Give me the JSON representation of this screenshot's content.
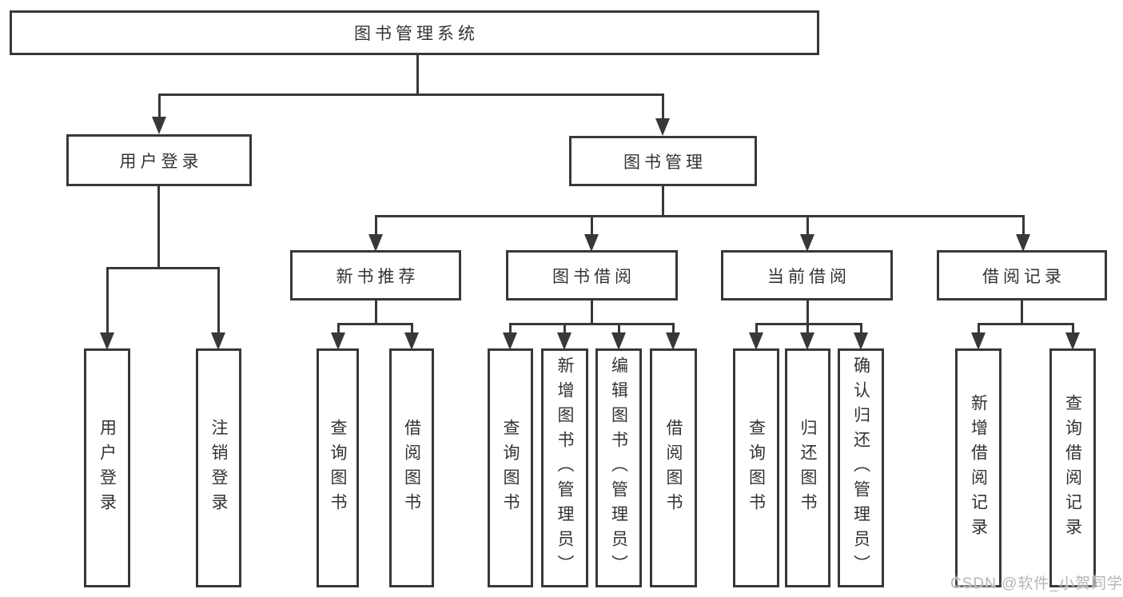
{
  "diagram": {
    "title": "图书管理系统",
    "root": {
      "label": "图书管理系统",
      "children": [
        {
          "label": "用户登录",
          "children": [
            {
              "label": "用户登录"
            },
            {
              "label": "注销登录"
            }
          ]
        },
        {
          "label": "图书管理",
          "children": [
            {
              "label": "新书推荐",
              "children": [
                {
                  "label": "查询图书"
                },
                {
                  "label": "借阅图书"
                }
              ]
            },
            {
              "label": "图书借阅",
              "children": [
                {
                  "label": "查询图书"
                },
                {
                  "label": "新增图书（管理员）"
                },
                {
                  "label": "编辑图书（管理员）"
                },
                {
                  "label": "借阅图书"
                }
              ]
            },
            {
              "label": "当前借阅",
              "children": [
                {
                  "label": "查询图书"
                },
                {
                  "label": "归还图书"
                },
                {
                  "label": "确认归还（管理员）"
                }
              ]
            },
            {
              "label": "借阅记录",
              "children": [
                {
                  "label": "新增借阅记录"
                },
                {
                  "label": "查询借阅记录"
                }
              ]
            }
          ]
        }
      ]
    },
    "watermark": "CSDN @软件_小贺同学",
    "colors": {
      "line": "#383838",
      "text": "#333333",
      "watermark_text": "#b5b5b5",
      "background": "#ffffff"
    }
  }
}
